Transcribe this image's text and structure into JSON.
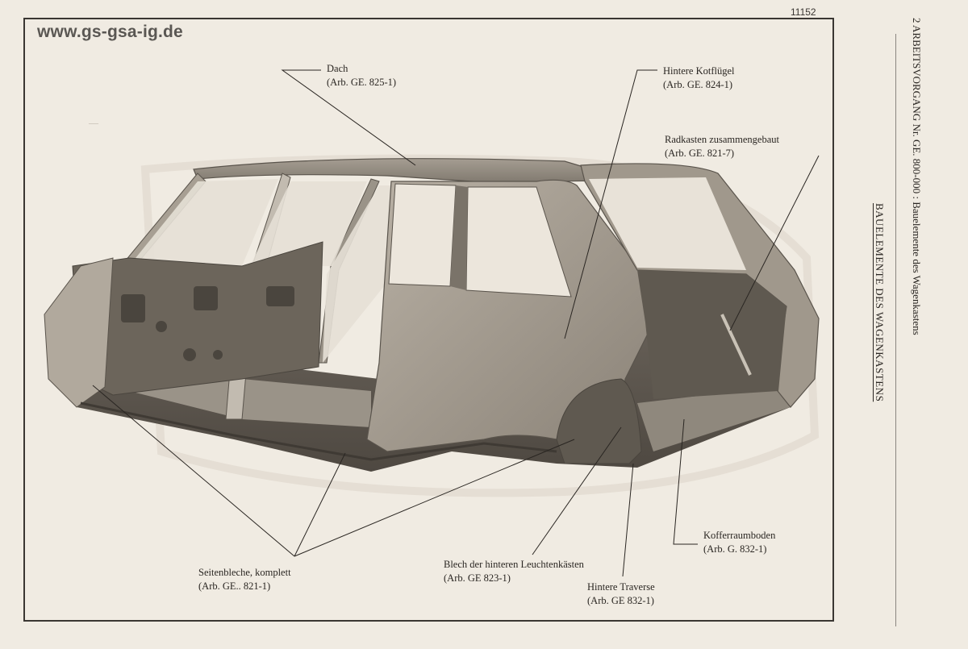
{
  "watermark": "www.gs-gsa-ig.de",
  "page_number": "11152",
  "side": {
    "operation": "2 ARBEITSVORGANG Nr.   GE. 800-000 : Bauelemente des Wagenkastens",
    "section_title": "BAUELEMENTE DES WAGENKASTENS"
  },
  "callouts": {
    "dach": {
      "name": "Dach",
      "ref": "(Arb. GE. 825-1)"
    },
    "hintere_kotfluegel": {
      "name": "Hintere Kotflügel",
      "ref": "(Arb. GE. 824-1)"
    },
    "radkasten": {
      "name": "Radkasten zusammengebaut",
      "ref": "(Arb. GE. 821-7)"
    },
    "seitenbleche": {
      "name": "Seitenbleche, komplett",
      "ref": "(Arb. GE.. 821-1)"
    },
    "blech_leuchtenkaesten": {
      "name": "Blech der hinteren Leuchtenkästen",
      "ref": "(Arb. GE 823-1)"
    },
    "hintere_traverse": {
      "name": "Hintere Traverse",
      "ref": "(Arb. GE 832-1)"
    },
    "kofferraumboden": {
      "name": "Kofferraumboden",
      "ref": "(Arb. G. 832-1)"
    }
  },
  "colors": {
    "paper": "#f0ebe2",
    "ink": "#2a2622",
    "metal_light": "#c9c2b6",
    "metal_dark": "#6e675e"
  }
}
